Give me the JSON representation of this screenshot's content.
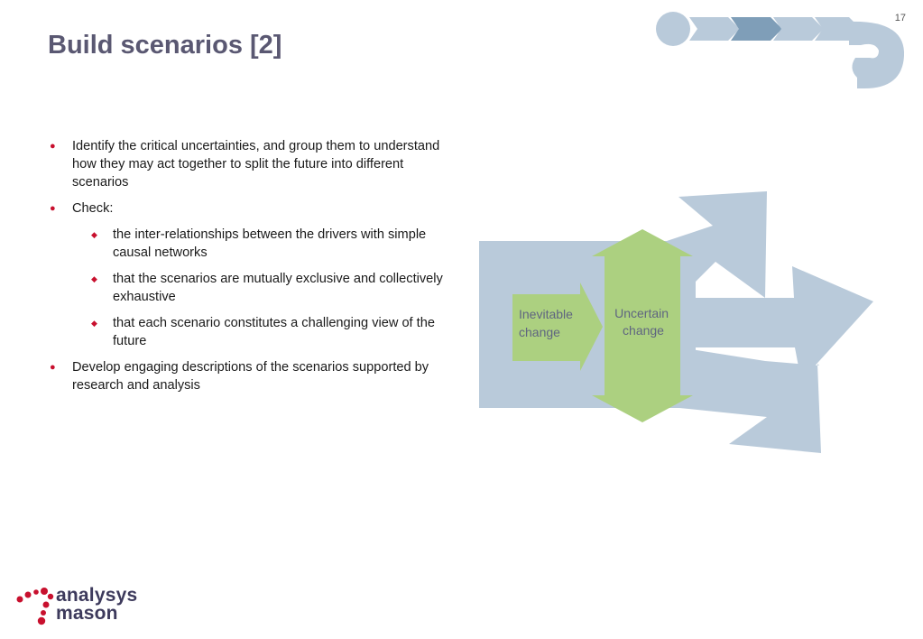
{
  "page": {
    "number": "17"
  },
  "title": "Build scenarios [2]",
  "progress_indicator": {
    "total_steps": 5,
    "active_step": 2,
    "colors": {
      "inactive": "#b9cada",
      "active": "#7f9eb8"
    }
  },
  "bullets": [
    {
      "level": 1,
      "text": "Identify the critical uncertainties, and group them to understand how they may act together to split the future into different scenarios"
    },
    {
      "level": 1,
      "text": "Check:"
    },
    {
      "level": 2,
      "text": "the inter-relationships between the drivers with simple causal networks"
    },
    {
      "level": 2,
      "text": "that the scenarios are mutually exclusive and collectively exhaustive"
    },
    {
      "level": 2,
      "text": "that each scenario constitutes a challenging view of the future"
    },
    {
      "level": 1,
      "text": "Develop engaging descriptions of the scenarios supported by research and analysis"
    }
  ],
  "diagram": {
    "inevitable_label": [
      "Inevitable",
      "change"
    ],
    "uncertain_label": [
      "Uncertain",
      "change"
    ],
    "colors": {
      "blue": "#b9cada",
      "green": "#acd080",
      "label_text": "#5f6580"
    }
  },
  "logo": {
    "line1": "analysys",
    "line2": "mason",
    "colors": {
      "text": "#3d3a5c",
      "dots": "#c8102e"
    }
  }
}
